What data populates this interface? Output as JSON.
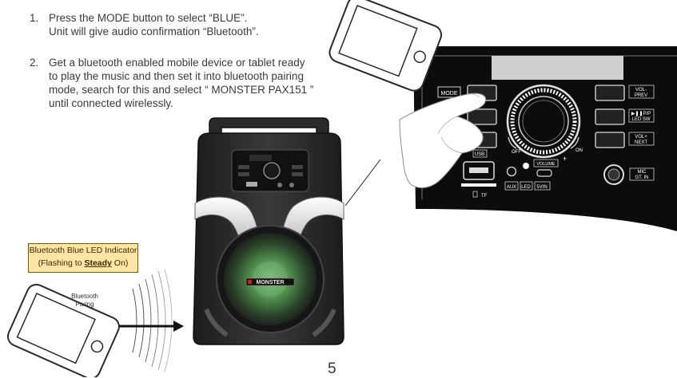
{
  "steps": [
    {
      "num": "1.",
      "lines": [
        "Press the MODE button to select “BLUE”.",
        "Unit will give audio confirmation “Bluetooth”."
      ]
    },
    {
      "num": "2.",
      "lines": [
        "Get a bluetooth enabled mobile device or tablet ready",
        "to play the music and then set it into bluetooth pairing",
        "mode, search for this and select “ MONSTER PAX151 ”",
        "until connected wirelessly."
      ]
    }
  ],
  "indicator": {
    "line1": "Bluetooth Blue LED Indicator",
    "prefix": "(Flashing to ",
    "steady": "Steady",
    "suffix": " On)"
  },
  "pairing_label": [
    "Bluetooth",
    "Paring"
  ],
  "panel": {
    "mode": "MODE",
    "vol_prev": [
      "VOL-",
      "PREV"
    ],
    "play_led": [
      "▶❚❚P/P",
      "LED SW"
    ],
    "vol_next": [
      "VOL+",
      "NEXT"
    ],
    "mic": [
      "MIC",
      "GT. IN"
    ],
    "usb": "USB",
    "tf": "TF",
    "volume": "VOLUME",
    "aux": "AUX",
    "led": "LED",
    "dc": "5VIN",
    "off": "OFF",
    "on": "ON",
    "plus": "+"
  },
  "brand": "MONSTER",
  "page_number": "5"
}
